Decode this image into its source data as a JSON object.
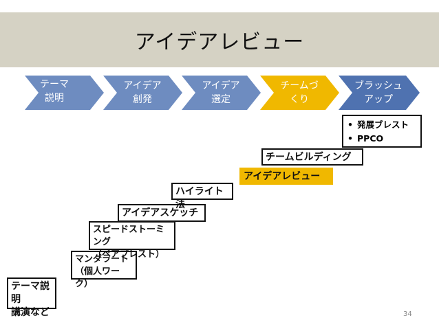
{
  "title": "アイデアレビュー",
  "phases": [
    {
      "label": "テーマ\n説明",
      "color": "#6e8cc0"
    },
    {
      "label": "アイデア\n創発",
      "color": "#6e8cc0"
    },
    {
      "label": "アイデア\n選定",
      "color": "#6e8cc0"
    },
    {
      "label": "チームづ\nくり",
      "color": "#f0b800"
    },
    {
      "label": "ブラッシュ\nアップ",
      "color": "#4f72b0"
    }
  ],
  "steps": [
    "テーマ説明\n講演など",
    "マンダラート\n（個人ワーク）",
    "スピードストーミング\n（ペアブレスト）",
    "アイデアスケッチ",
    "ハイライト法",
    "アイデアレビュー",
    "チームビルディング"
  ],
  "bullets": [
    "発展ブレスト",
    "PPCO"
  ],
  "page_number": "34"
}
